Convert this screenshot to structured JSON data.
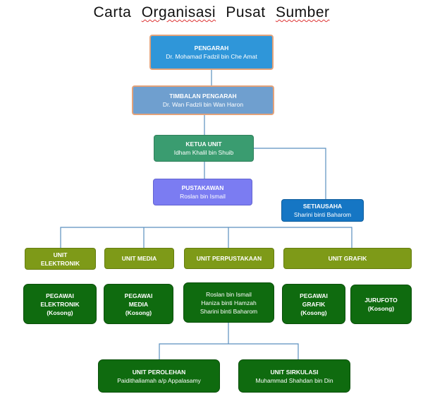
{
  "title_parts": [
    "Carta",
    "Organisasi",
    "Pusat",
    "Sumber"
  ],
  "nodes": {
    "pengarah": {
      "title": "PENGARAH",
      "name": "Dr. Mohamad Fadzil bin Che Amat"
    },
    "timbalan": {
      "title": "TIMBALAN PENGARAH",
      "name": "Dr. Wan Fadzli bin Wan Haron"
    },
    "ketua": {
      "title": "KETUA UNIT",
      "name": "Idham Khalil bin Shuib"
    },
    "pustakawan": {
      "title": "PUSTAKAWAN",
      "name": "Roslan bin Ismail"
    },
    "setiausaha": {
      "title": "SETIAUSAHA",
      "name": "Sharini binti Baharom"
    },
    "unit_elektronik": {
      "line1": "UNIT",
      "line2": "ELEKTRONIK"
    },
    "unit_media": {
      "label": "UNIT MEDIA"
    },
    "unit_perpustakaan": {
      "label": "UNIT PERPUSTAKAAN"
    },
    "unit_grafik": {
      "label": "UNIT GRAFIK"
    },
    "pegawai_elektronik": {
      "line1": "PEGAWAI",
      "line2": "ELEKTRONIK",
      "line3": "(Kosong)"
    },
    "pegawai_media": {
      "line1": "PEGAWAI",
      "line2": "MEDIA",
      "line3": "(Kosong)"
    },
    "staf_perpustakaan": {
      "line1": "Roslan bin Ismail",
      "line2": "Haniza binti Hamzah",
      "line3": "Sharini binti Baharom"
    },
    "pegawai_grafik": {
      "line1": "PEGAWAI",
      "line2": "GRAFIK",
      "line3": "(Kosong)"
    },
    "jurufoto": {
      "line1": "JURUFOTO",
      "line2": "(Kosong)"
    },
    "unit_perolehan": {
      "title": "UNIT PEROLEHAN",
      "name": "Paidithaliamah a/p Appalasamy"
    },
    "unit_sirkulasi": {
      "title": "UNIT SIRKULASI",
      "name": "Muhammad Shahdan bin Din"
    }
  }
}
